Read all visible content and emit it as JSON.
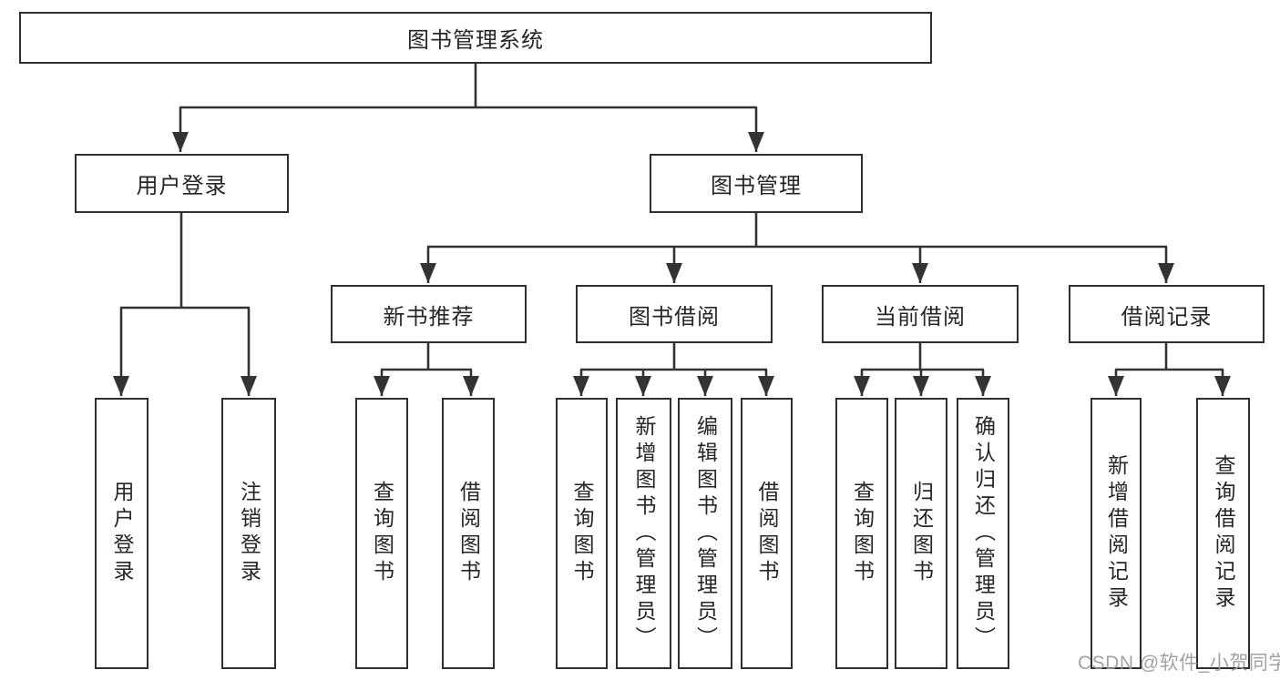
{
  "tree": {
    "root": {
      "label": "图书管理系统"
    },
    "login_branch": {
      "label": "用户登录",
      "children": [
        {
          "label": "用户登录"
        },
        {
          "label": "注销登录"
        }
      ]
    },
    "management_branch": {
      "label": "图书管理",
      "groups": [
        {
          "label": "新书推荐",
          "children": [
            {
              "label": "查询图书"
            },
            {
              "label": "借阅图书"
            }
          ]
        },
        {
          "label": "图书借阅",
          "children": [
            {
              "label": "查询图书"
            },
            {
              "label": "新增图书（管理员）"
            },
            {
              "label": "编辑图书（管理员）"
            },
            {
              "label": "借阅图书"
            }
          ]
        },
        {
          "label": "当前借阅",
          "children": [
            {
              "label": "查询图书"
            },
            {
              "label": "归还图书"
            },
            {
              "label": "确认归还（管理员）"
            }
          ]
        },
        {
          "label": "借阅记录",
          "children": [
            {
              "label": "新增借阅记录"
            },
            {
              "label": "查询借阅记录"
            }
          ]
        }
      ]
    }
  },
  "watermark": "CSDN @软件_小贺同学",
  "colors": {
    "line": "#333333",
    "box_border": "#2f2f2f",
    "text": "#262626",
    "watermark": "#9b9b9b",
    "background": "#ffffff"
  }
}
